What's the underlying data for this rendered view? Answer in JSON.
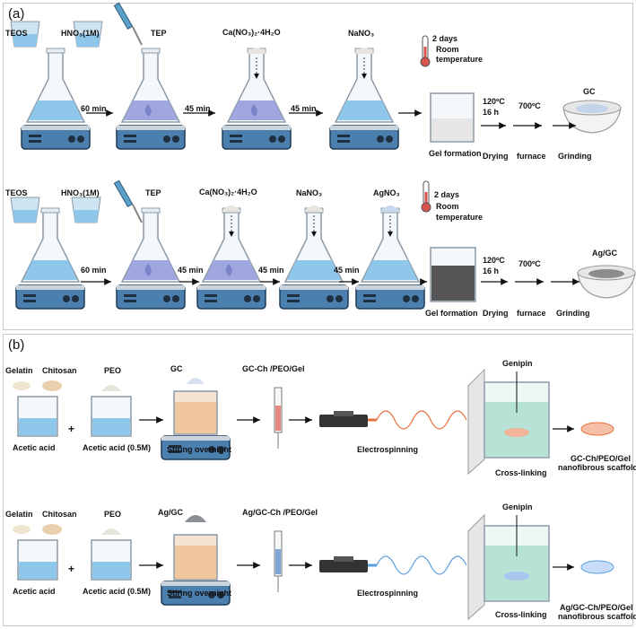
{
  "panel_a": {
    "label": "(a)",
    "row1": {
      "teos": "TEOS",
      "hno3": "HNO₃(1M)",
      "tep": "TEP",
      "ca": "Ca(NO₃)₂·4H₂O",
      "nano3": "NaNO₃",
      "days": "2 days",
      "room": "Room",
      "temperature": "temperature",
      "t1": "60 min",
      "t2": "45 min",
      "t3": "45 min",
      "gel": "Gel formation",
      "temp1": "120ºC",
      "hours": "16 h",
      "temp2": "700ºC",
      "drying": "Drying",
      "furnace": "furnace",
      "grinding": "Grinding",
      "product": "GC"
    },
    "row2": {
      "teos": "TEOS",
      "hno3": "HNO₃(1M)",
      "tep": "TEP",
      "ca": "Ca(NO₃)₂·4H₂O",
      "nano3": "NaNO₃",
      "agno3": "AgNO₃",
      "days": "2 days",
      "room": "Room",
      "temperature": "temperature",
      "t1": "60 min",
      "t2": "45 min",
      "t3": "45 min",
      "t4": "45 min",
      "gel": "Gel formation",
      "temp1": "120ºC",
      "hours": "16 h",
      "temp2": "700ºC",
      "drying": "Drying",
      "furnace": "furnace",
      "grinding": "Grinding",
      "product": "Ag/GC"
    }
  },
  "panel_b": {
    "label": "(b)",
    "row1": {
      "gelatin": "Gelatin",
      "chitosan": "Chitosan",
      "peo": "PEO",
      "plus": "+",
      "acetic": "Acetic acid",
      "acetic2": "Acetic acid (0.5M)",
      "gc": "GC",
      "stir": "Stiring overnight",
      "solution": "GC-Ch /PEO/Gel",
      "electro": "Electrospinning",
      "genipin": "Genipin",
      "crosslink": "Cross-linking",
      "scaffold1": "GC-Ch/PEO/Gel",
      "scaffold2": "nanofibrous scaffold"
    },
    "row2": {
      "gelatin": "Gelatin",
      "chitosan": "Chitosan",
      "peo": "PEO",
      "plus": "+",
      "acetic": "Acetic acid",
      "acetic2": "Acetic acid (0.5M)",
      "gc": "Ag/GC",
      "stir": "Stiring overnight",
      "solution": "Ag/GC-Ch /PEO/Gel",
      "electro": "Electrospinning",
      "genipin": "Genipin",
      "crosslink": "Cross-linking",
      "scaffold1": "Ag/GC-Ch/PEO/Gel",
      "scaffold2": "nanofibrous scaffold"
    }
  },
  "colors": {
    "solution_blue": "#8fc7ea",
    "solution_purple": "#9fa6e0",
    "stirrer": "#4a7fae",
    "fiber_orange": "#e8703a",
    "fiber_blue": "#5a9fe0",
    "thermometer": "#d9534f"
  }
}
